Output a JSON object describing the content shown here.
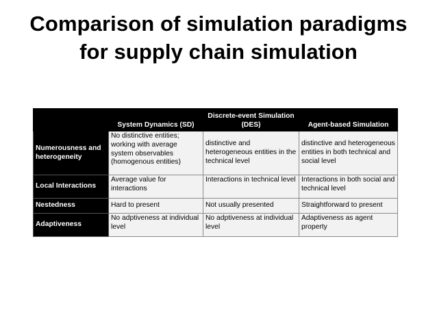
{
  "title": {
    "line1": "Comparison of simulation paradigms",
    "line2": "for supply chain simulation"
  },
  "table": {
    "headers": [
      "",
      "System Dynamics (SD)",
      "Discrete-event Simulation (DES)",
      "Agent-based Simulation"
    ],
    "rows": [
      {
        "label": "Numerousness and heterogeneity",
        "cells": [
          "No distinctive entities; working with average system observables (homogenous entities)",
          "distinctive and heterogeneous entities in the technical level",
          "distinctive and heterogeneous entities in both technical and social level"
        ]
      },
      {
        "label": "Local Interactions",
        "cells": [
          "Average value for interactions",
          "Interactions in technical level",
          "Interactions in both social and technical level"
        ]
      },
      {
        "label": "Nestedness",
        "cells": [
          "Hard to present",
          "Not usually presented",
          "Straightforward to present"
        ]
      },
      {
        "label": "Adaptiveness",
        "cells": [
          "No adptiveness at individual level",
          "No adptiveness at individual level",
          "Adaptiveness as agent property"
        ]
      }
    ]
  }
}
